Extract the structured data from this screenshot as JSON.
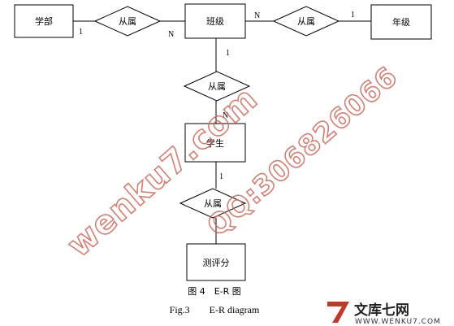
{
  "entities": {
    "department": "学部",
    "class": "班级",
    "grade": "年级",
    "student": "学生",
    "evaluation": "测评分"
  },
  "relationships": {
    "dept_class": "从属",
    "class_grade": "从属",
    "class_student": "从属",
    "student_eval": "从属"
  },
  "cardinalities": {
    "dept_side": "1",
    "class_side_left": "N",
    "class_side_right": "N",
    "grade_side": "1",
    "class_side_down": "1",
    "student_side_up": "N",
    "student_side_down": "1"
  },
  "caption": {
    "chinese": "图 4　E-R 图",
    "english": "Fig.3　　E-R diagram"
  },
  "watermark": {
    "site": "wenku7.com",
    "qq": "QQ:306826066",
    "color": "#c96a5c"
  },
  "logo": {
    "mark": "7",
    "text_cn": "文库七网",
    "text_en": "WWW.WENKU7.COM",
    "color": "#c0392b"
  }
}
